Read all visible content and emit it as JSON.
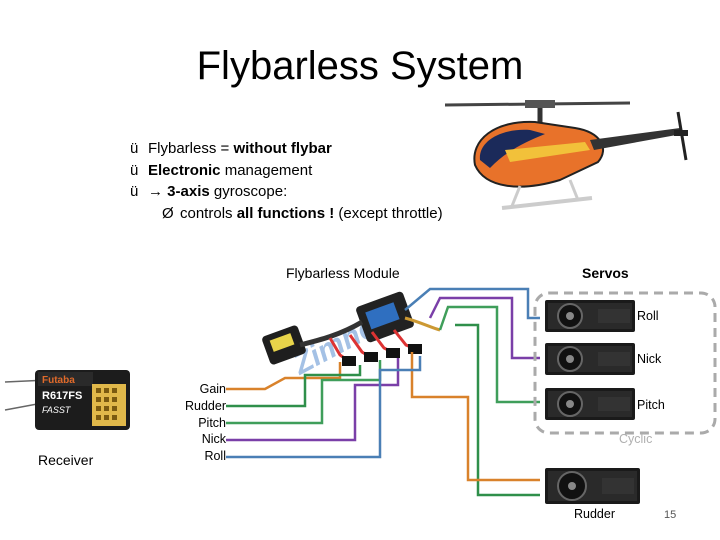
{
  "slide": {
    "title": "Flybarless System",
    "page_number": "15"
  },
  "bullets": [
    {
      "marker": "ü",
      "parts": [
        {
          "text": "Flybarless = ",
          "bold": false
        },
        {
          "text": "without flybar",
          "bold": true
        }
      ]
    },
    {
      "marker": "ü",
      "parts": [
        {
          "text": "Electronic",
          "bold": true
        },
        {
          "text": " management",
          "bold": false
        }
      ]
    },
    {
      "marker": "ü",
      "parts": [
        {
          "text": "→ 3-axis",
          "bold": true
        },
        {
          "text": " gyroscope:",
          "bold": false
        }
      ]
    },
    {
      "marker": "Ø",
      "sub": true,
      "parts": [
        {
          "text": "controls ",
          "bold": false
        },
        {
          "text": "all functions !",
          "bold": true
        },
        {
          "text": " (except throttle)",
          "bold": false
        }
      ]
    }
  ],
  "labels": {
    "module": "Flybarless Module",
    "servos": "Servos",
    "receiver": "Receiver",
    "cyclic": "Cyclic",
    "rudder_servo": "Rudder"
  },
  "receiver_brand": "Futaba",
  "receiver_model": "R617FS",
  "receiver_sub": "FASST",
  "module_watermark": "Zimney!",
  "signals": [
    "Gain",
    "Rudder",
    "Pitch",
    "Nick",
    "Roll"
  ],
  "servos": [
    {
      "name": "Roll",
      "wire_color": "#4a7fb5"
    },
    {
      "name": "Nick",
      "wire_color": "#7a3fa8"
    },
    {
      "name": "Pitch",
      "wire_color": "#3f9e5a"
    }
  ],
  "wire_colors": {
    "gain": "#d9822b",
    "rudder": "#2f8f4a",
    "pitch": "#3f9e5a",
    "nick": "#7a3fa8",
    "roll": "#4a7fb5"
  }
}
